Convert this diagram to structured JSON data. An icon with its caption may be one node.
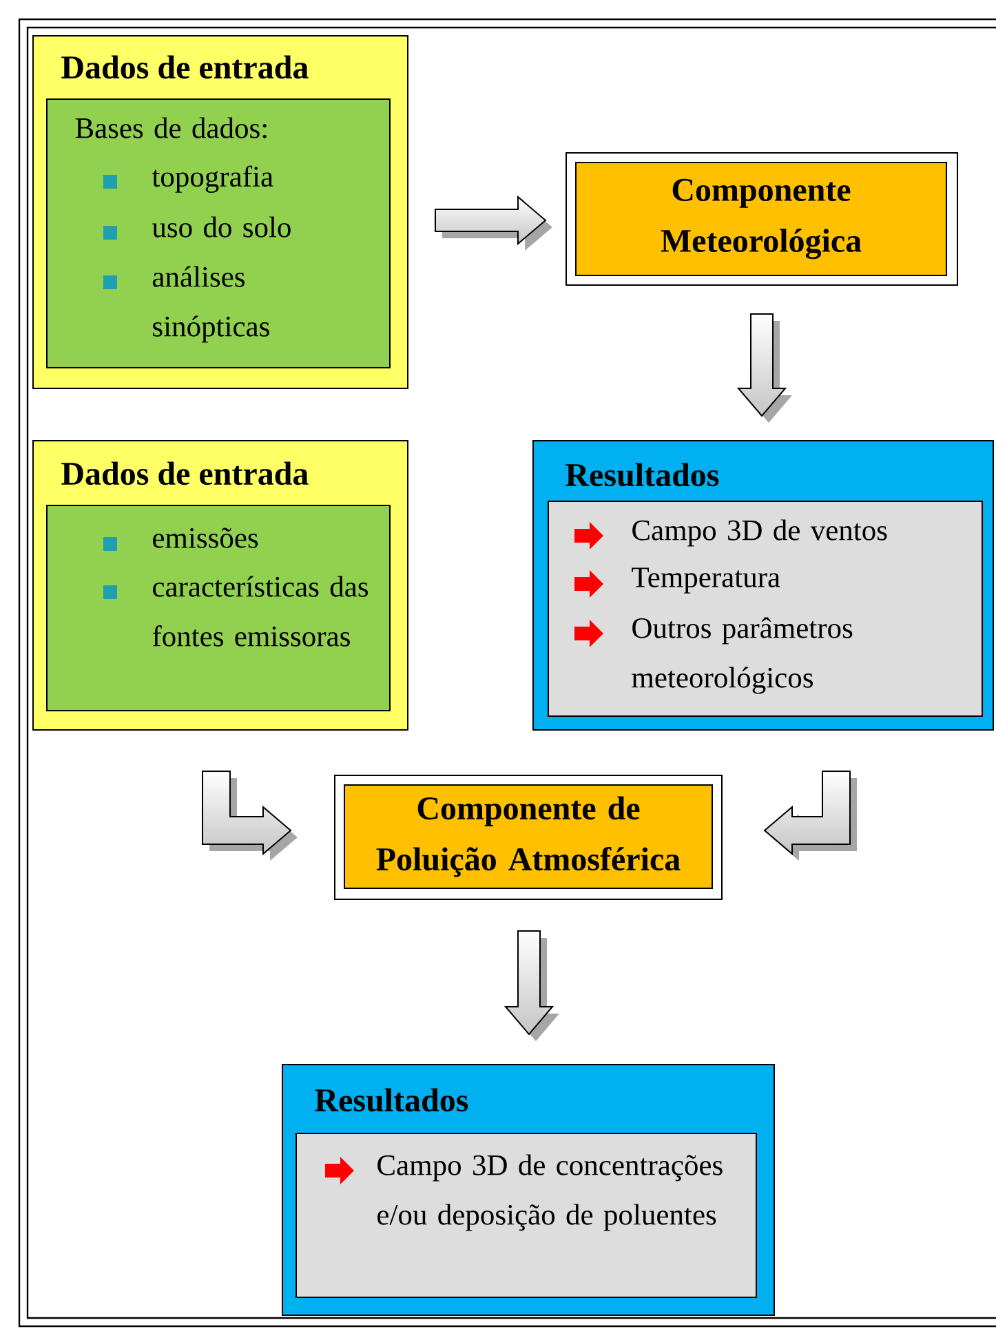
{
  "diagram": {
    "nodes": [
      {
        "text": [
          "Dados de entrada"
        ]
      },
      {
        "text": [
          "Bases de dados:",
          "topografia",
          "uso do solo",
          "análises sinópticas"
        ],
        "in": 0
      },
      {
        "text": [
          "Componente Meteorológica"
        ]
      },
      {
        "text": [
          "Dados de entrada"
        ]
      },
      {
        "text": [
          "emissões",
          "características das fontes emissoras"
        ],
        "in": 3
      },
      {
        "text": [
          "Resultados"
        ]
      },
      {
        "text": [
          "Campo 3D de ventos",
          "Temperatura",
          "Outros parâmetros meteorológicos"
        ],
        "in": 5
      },
      {
        "text": [
          "Componente de Poluição Atmosférica"
        ]
      },
      {
        "text": [
          "Resultados"
        ]
      },
      {
        "text": [
          "Campo 3D de concentrações e/ou deposição de poluentes"
        ],
        "in": 8
      }
    ],
    "edges": [
      {
        "from": 0,
        "to": 2,
        "arrow": "to"
      },
      {
        "from": 2,
        "to": 5,
        "arrow": "to"
      },
      {
        "from": 3,
        "to": 7,
        "arrow": "to"
      },
      {
        "from": 5,
        "to": 7,
        "arrow": "to"
      },
      {
        "from": 7,
        "to": 8,
        "arrow": "to"
      }
    ]
  }
}
